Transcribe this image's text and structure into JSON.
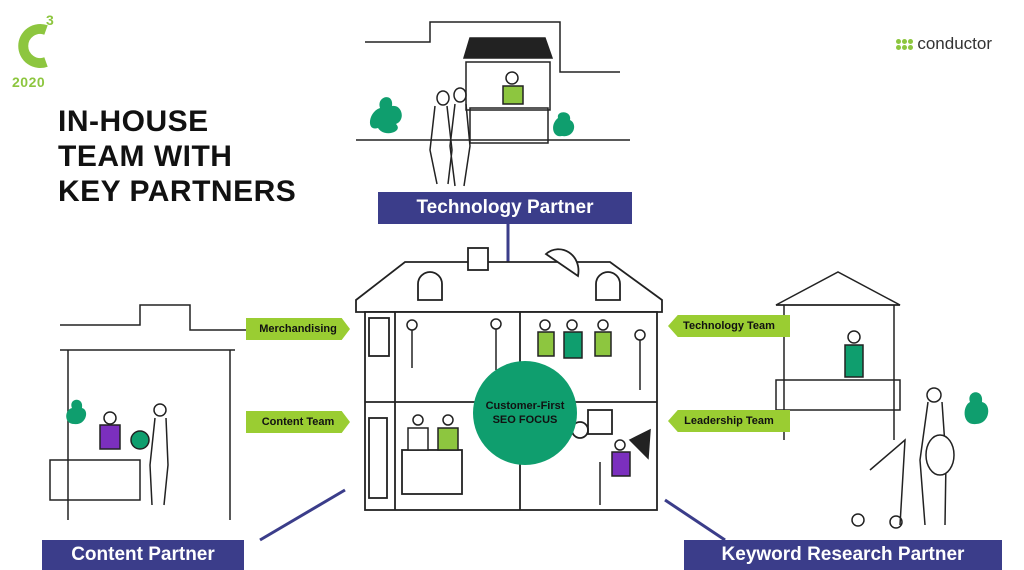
{
  "logo": {
    "mark": "C",
    "superscript": "3",
    "year": "2020"
  },
  "brand": {
    "name": "conductor",
    "icon": "dots-grid-icon"
  },
  "title": {
    "lines": [
      "IN-HOUSE",
      "TEAM WITH",
      "KEY PARTNERS"
    ]
  },
  "partners": {
    "technology": "Technology Partner",
    "content": "Content Partner",
    "keyword": "Keyword Research Partner"
  },
  "teams": {
    "merchandising": "Merchandising",
    "content": "Content Team",
    "technology": "Technology Team",
    "leadership": "Leadership Team"
  },
  "center": {
    "line1": "Customer-First",
    "line2": "SEO FOCUS"
  },
  "colors": {
    "accent_green": "#8dc63f",
    "tag_green": "#9acd32",
    "partner_navy": "#3b3d8a",
    "focus_teal": "#0f9e6e"
  }
}
